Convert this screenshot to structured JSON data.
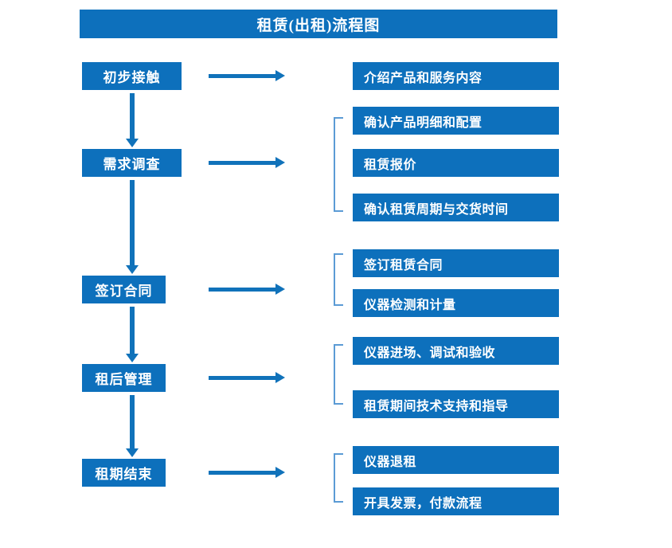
{
  "title": "租赁(出租)流程图",
  "colors": {
    "box_blue": "#0D70BC",
    "arrow_blue": "#1072BA",
    "bracket_blue": "#5B9BD5",
    "text_white": "#FFFFFF",
    "background": "#FFFFFF"
  },
  "chart_data": {
    "type": "diagram",
    "diagram_type": "flowchart",
    "title": "租赁(出租)流程图",
    "orientation": "vertical-with-side-branches",
    "stages": [
      {
        "id": "stage-1",
        "label": "初步接触",
        "details": [
          "介绍产品和服务内容"
        ],
        "bracketed": false
      },
      {
        "id": "stage-2",
        "label": "需求调查",
        "details": [
          "确认产品明细和配置",
          "租赁报价",
          "确认租赁周期与交货时间"
        ],
        "bracketed": true
      },
      {
        "id": "stage-3",
        "label": "签订合同",
        "details": [
          "签订租赁合同",
          "仪器检测和计量"
        ],
        "bracketed": true
      },
      {
        "id": "stage-4",
        "label": "租后管理",
        "details": [
          "仪器进场、调试和验收",
          "租赁期间技术支持和指导"
        ],
        "bracketed": true
      },
      {
        "id": "stage-5",
        "label": "租期结束",
        "details": [
          "仪器退租",
          "开具发票，付款流程"
        ],
        "bracketed": true
      }
    ]
  },
  "stages": [
    {
      "label": "初步接触"
    },
    {
      "label": "需求调查"
    },
    {
      "label": "签订合同"
    },
    {
      "label": "租后管理"
    },
    {
      "label": "租期结束"
    }
  ],
  "details": [
    {
      "label": "介绍产品和服务内容"
    },
    {
      "label": "确认产品明细和配置"
    },
    {
      "label": "租赁报价"
    },
    {
      "label": "确认租赁周期与交货时间"
    },
    {
      "label": "签订租赁合同"
    },
    {
      "label": "仪器检测和计量"
    },
    {
      "label": "仪器进场、调试和验收"
    },
    {
      "label": "租赁期间技术支持和指导"
    },
    {
      "label": "仪器退租"
    },
    {
      "label": "开具发票，付款流程"
    }
  ]
}
